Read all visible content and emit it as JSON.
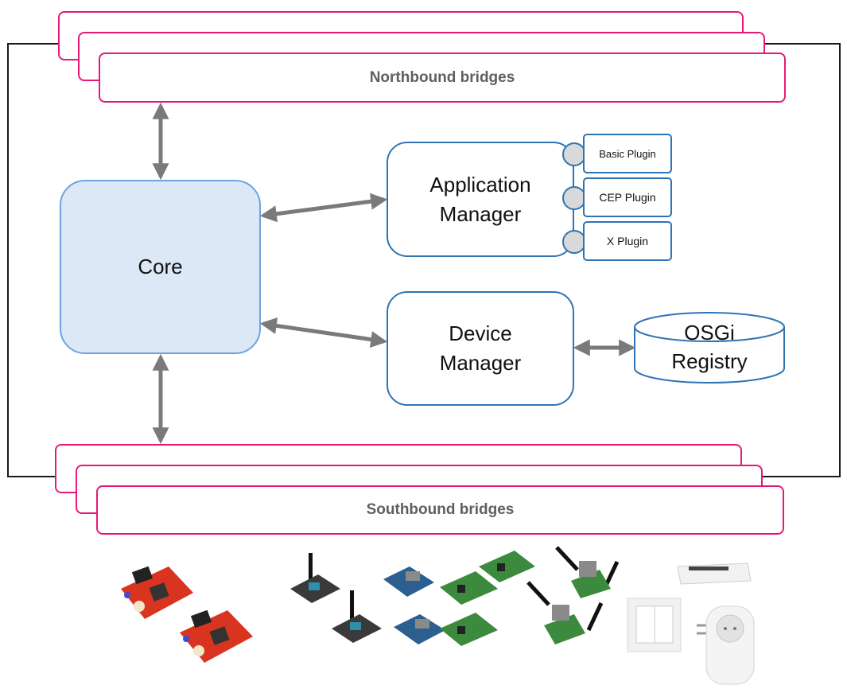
{
  "northbound": {
    "label": "Northbound bridges"
  },
  "southbound": {
    "label": "Southbound bridges"
  },
  "core": {
    "label": "Core"
  },
  "application_manager": {
    "line1": "Application",
    "line2": "Manager"
  },
  "device_manager": {
    "line1": "Device",
    "line2": "Manager"
  },
  "plugins": [
    {
      "label": "Basic Plugin"
    },
    {
      "label": "CEP Plugin"
    },
    {
      "label": "X Plugin"
    }
  ],
  "registry": {
    "line1": "OSGi",
    "line2": "Registry"
  },
  "colors": {
    "bridge_border": "#e6197a",
    "core_fill": "#dde8f6",
    "core_border": "#6fa3dd",
    "box_border": "#2e74b5",
    "arrow": "#7a7a7a",
    "frame": "#1a1a1a"
  },
  "devices": [
    {
      "icon": "red-sensor-board-icon"
    },
    {
      "icon": "radio-module-board-icon"
    },
    {
      "icon": "arduino-board-icon"
    },
    {
      "icon": "green-dev-board-icon"
    },
    {
      "icon": "antenna-gateway-board-icon"
    },
    {
      "icon": "led-controller-icon"
    },
    {
      "icon": "wall-switch-icon"
    },
    {
      "icon": "smart-plug-icon"
    }
  ]
}
